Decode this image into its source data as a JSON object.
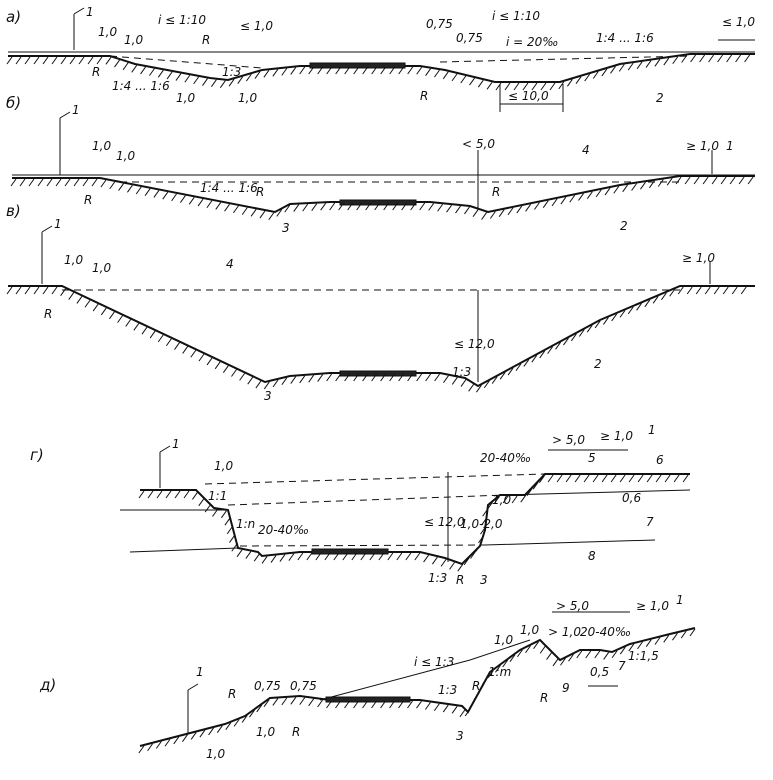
{
  "panels": {
    "a": {
      "letter": "а)",
      "labels": [
        "1",
        "1,0",
        "1,0",
        "i ≤ 1:10",
        "R",
        "≤ 1,0",
        "1:3",
        "1:4 ... 1:6",
        "1,0",
        "1,0",
        "R",
        "0,75",
        "0,75",
        "i ≤ 1:10",
        "i = 20‰",
        "1:4 ... 1:6",
        "R",
        "≤ 10,0",
        "2",
        "≤ 1,0"
      ]
    },
    "b": {
      "letter": "б)",
      "labels": [
        "1",
        "1,0",
        "1,0",
        "R",
        "1:4 ... 1:6",
        "R",
        "3",
        "< 5,0",
        "R",
        "4",
        "2",
        "≥ 1,0",
        "1"
      ]
    },
    "v": {
      "letter": "в)",
      "labels": [
        "1",
        "1,0",
        "1,0",
        "R",
        "4",
        "≤ 12,0",
        "1:3",
        "3",
        "2",
        "≥ 1,0"
      ]
    },
    "g": {
      "letter": "г)",
      "labels": [
        "1",
        "1,0",
        "1:1",
        "1:n",
        "20-40‰",
        "≤ 12,0",
        "1,0-2,0",
        "1:3",
        "R",
        "3",
        "8",
        "20-40‰",
        "1,0",
        "> 5,0",
        "≥ 1,0",
        "1",
        "5",
        "6",
        "0,6",
        "7"
      ]
    },
    "d": {
      "letter": "д)",
      "labels": [
        "1",
        "R",
        "0,75",
        "0,75",
        "R",
        "1,0",
        "1,0",
        "i ≤ 1:3",
        "1:3",
        "R",
        "1:m",
        "3",
        "1,0",
        "1,0",
        "R",
        "9",
        "> 5,0",
        "> 1,0",
        "20-40‰",
        "≥ 1,0",
        "1",
        "0,5",
        "7",
        "1:1,5"
      ]
    }
  }
}
